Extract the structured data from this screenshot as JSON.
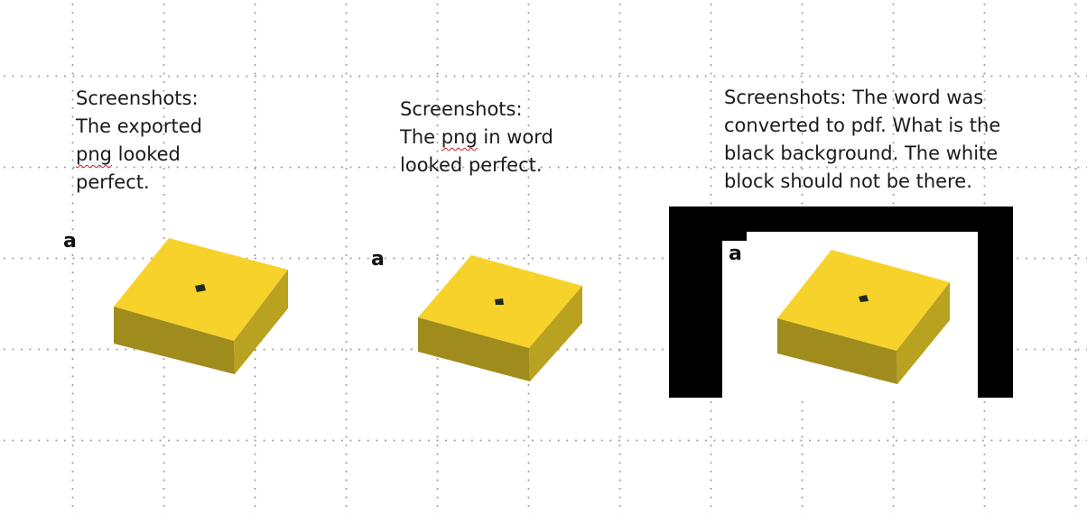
{
  "notes": [
    {
      "lines": [
        "Screenshots:",
        "The exported",
        "png looked",
        "perfect."
      ],
      "misspelled": "png"
    },
    {
      "lines": [
        "Screenshots:",
        "The png in word",
        "looked perfect."
      ],
      "misspelled": "png"
    },
    {
      "lines": [
        "Screenshots: The word was",
        "converted to pdf. What is the",
        "black background. The white",
        "block should not be there."
      ]
    }
  ],
  "figures": [
    {
      "label": "a"
    },
    {
      "label": "a"
    },
    {
      "label": "a"
    }
  ],
  "colors": {
    "box_top": "#f7d22a",
    "box_front": "#a08c1c",
    "box_side": "#b8a21f",
    "marker": "#1e2a1e",
    "pdf_background": "#000000",
    "grid_dot": "#9aa0a6"
  }
}
